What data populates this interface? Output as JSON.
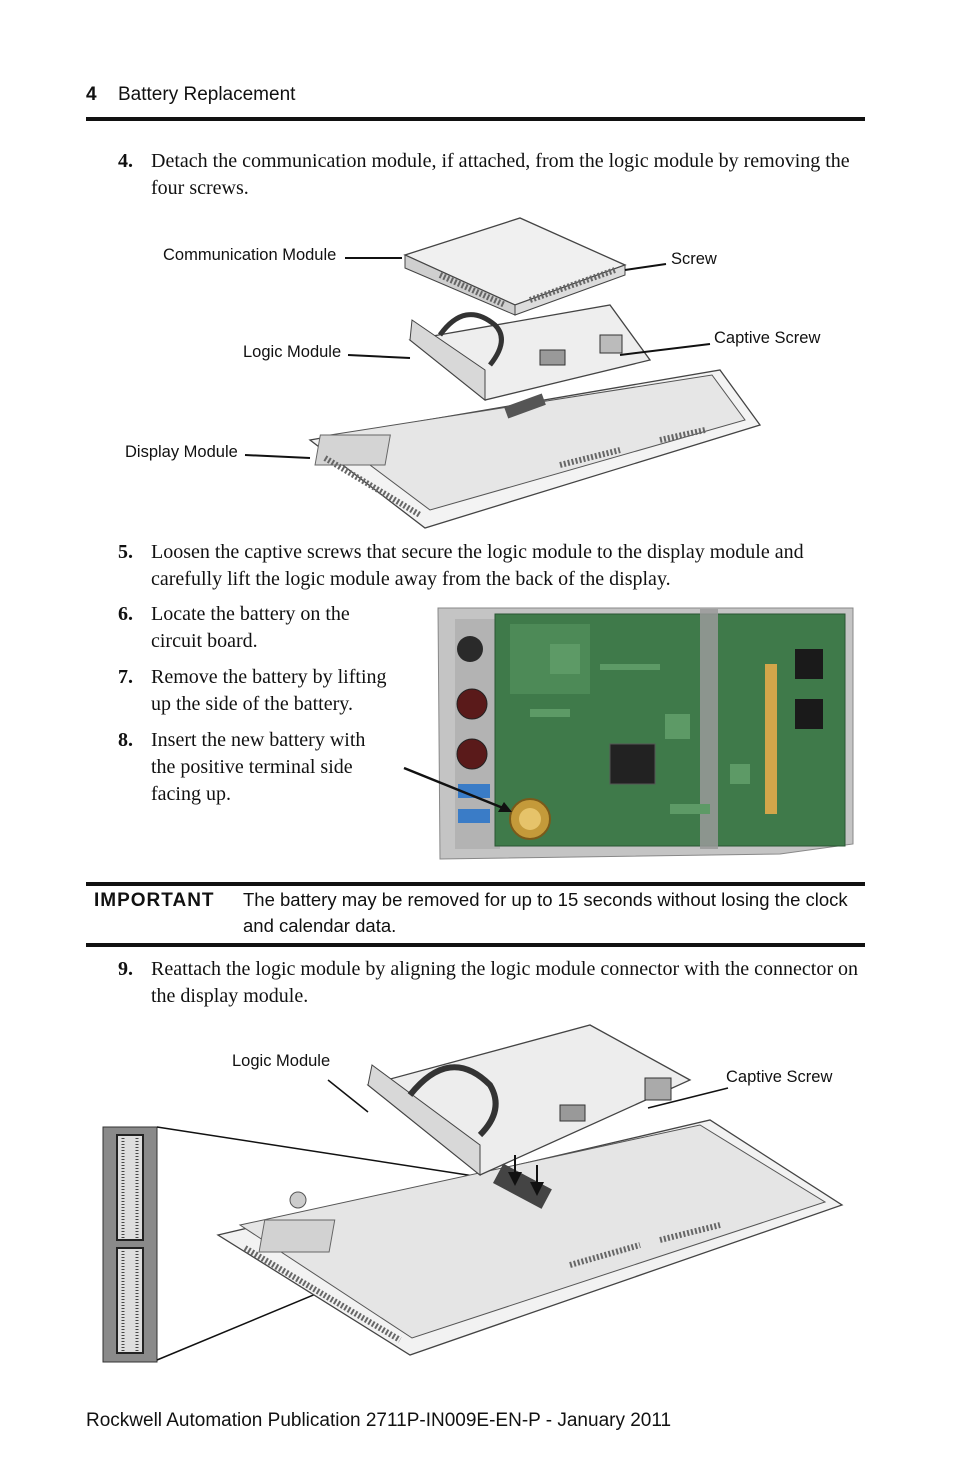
{
  "header": {
    "page_number": "4",
    "section_title": "Battery Replacement"
  },
  "steps": [
    {
      "num": "4.",
      "text": "Detach the communication module, if attached, from the logic module by removing the four screws."
    },
    {
      "num": "5.",
      "text": "Loosen the captive screws that secure the logic module to the display module and carefully lift the logic module away from the back of the display."
    },
    {
      "num": "6.",
      "text": "Locate the battery on the circuit board."
    },
    {
      "num": "7.",
      "text": "Remove the battery by lifting up the side of the battery."
    },
    {
      "num": "8.",
      "text": "Insert the new battery with the positive terminal side facing up."
    },
    {
      "num": "9.",
      "text": "Reattach the logic module by aligning the logic module connector with the connector on the display module."
    }
  ],
  "figure1": {
    "labels": {
      "communication_module": "Communication Module",
      "screw": "Screw",
      "logic_module": "Logic Module",
      "captive_screw": "Captive Screw",
      "display_module": "Display Module"
    }
  },
  "figure3": {
    "labels": {
      "logic_module": "Logic Module",
      "captive_screw": "Captive Screw"
    }
  },
  "important": {
    "label": "IMPORTANT",
    "text": "The battery may be removed for up to 15 seconds without losing the clock and calendar data."
  },
  "footer": {
    "text": "Rockwell Automation Publication 2711P-IN009E-EN-P - January 2011"
  },
  "colors": {
    "rule": "#111111",
    "pcb_green": "#3f7a4a",
    "housing_gray": "#bdbdbd",
    "battery_gold": "#c49a3a"
  }
}
